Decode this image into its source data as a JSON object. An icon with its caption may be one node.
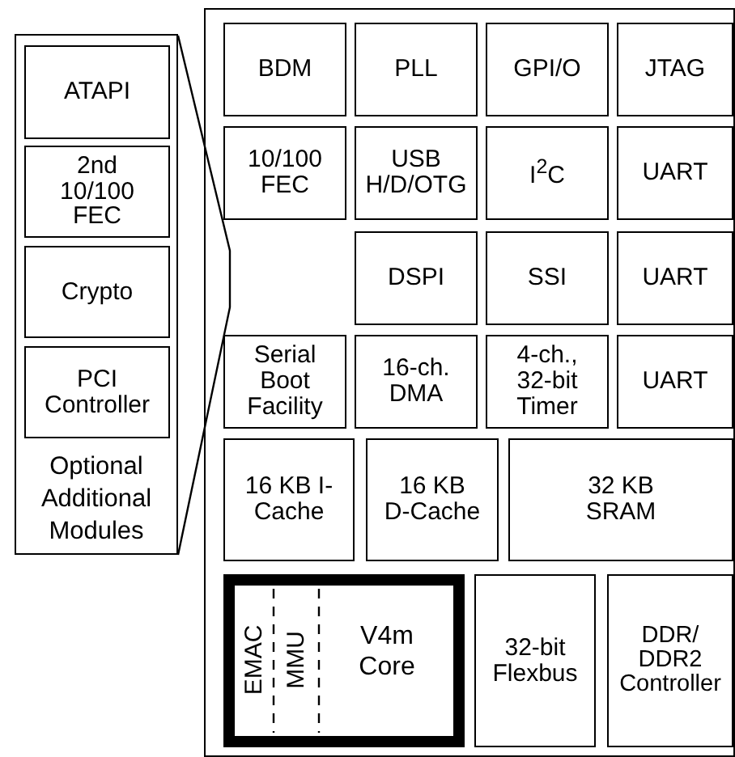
{
  "diagram": {
    "nodes": [
      {
        "text": [
          "Optional Additional Modules"
        ]
      },
      {
        "text": [
          "ATAPI"
        ],
        "in": 0
      },
      {
        "text": [
          "2nd 10/100 FEC"
        ],
        "in": 0
      },
      {
        "text": [
          "Crypto"
        ],
        "in": 0
      },
      {
        "text": [
          "PCI Controller"
        ],
        "in": 0
      },
      {
        "text": [],
        "shape": "box"
      },
      {
        "text": [
          "BDM"
        ],
        "in": 5
      },
      {
        "text": [
          "PLL"
        ],
        "in": 5
      },
      {
        "text": [
          "GPI/O"
        ],
        "in": 5
      },
      {
        "text": [
          "JTAG"
        ],
        "in": 5
      },
      {
        "text": [
          "10/100 FEC"
        ],
        "in": 5
      },
      {
        "text": [
          "USB H/D/OTG"
        ],
        "in": 5
      },
      {
        "text": [
          "I$^{2}$C"
        ],
        "in": 5
      },
      {
        "text": [
          "UART"
        ],
        "in": 5
      },
      {
        "text": [
          "DSPI"
        ],
        "in": 5
      },
      {
        "text": [
          "SSI"
        ],
        "in": 5
      },
      {
        "text": [
          "UART"
        ],
        "in": 5
      },
      {
        "text": [
          "Serial Boot Facility"
        ],
        "in": 5
      },
      {
        "text": [
          "16-ch. DMA"
        ],
        "in": 5
      },
      {
        "text": [
          "4-ch., 32-bit Timer"
        ],
        "in": 5
      },
      {
        "text": [
          "UART"
        ],
        "in": 5
      },
      {
        "text": [
          "16 KB I-Cache"
        ],
        "in": 5
      },
      {
        "text": [
          "16 KB D-Cache"
        ],
        "in": 5
      },
      {
        "text": [
          "32 KB SRAM"
        ],
        "in": 5
      },
      {
        "text": [
          "EMAC",
          "MMU",
          "V4m Core"
        ],
        "in": 5
      },
      {
        "text": [
          "32-bit Flexbus"
        ],
        "in": 5
      },
      {
        "text": [
          "DDR/ DDR2 Controller"
        ],
        "in": 5
      }
    ]
  }
}
